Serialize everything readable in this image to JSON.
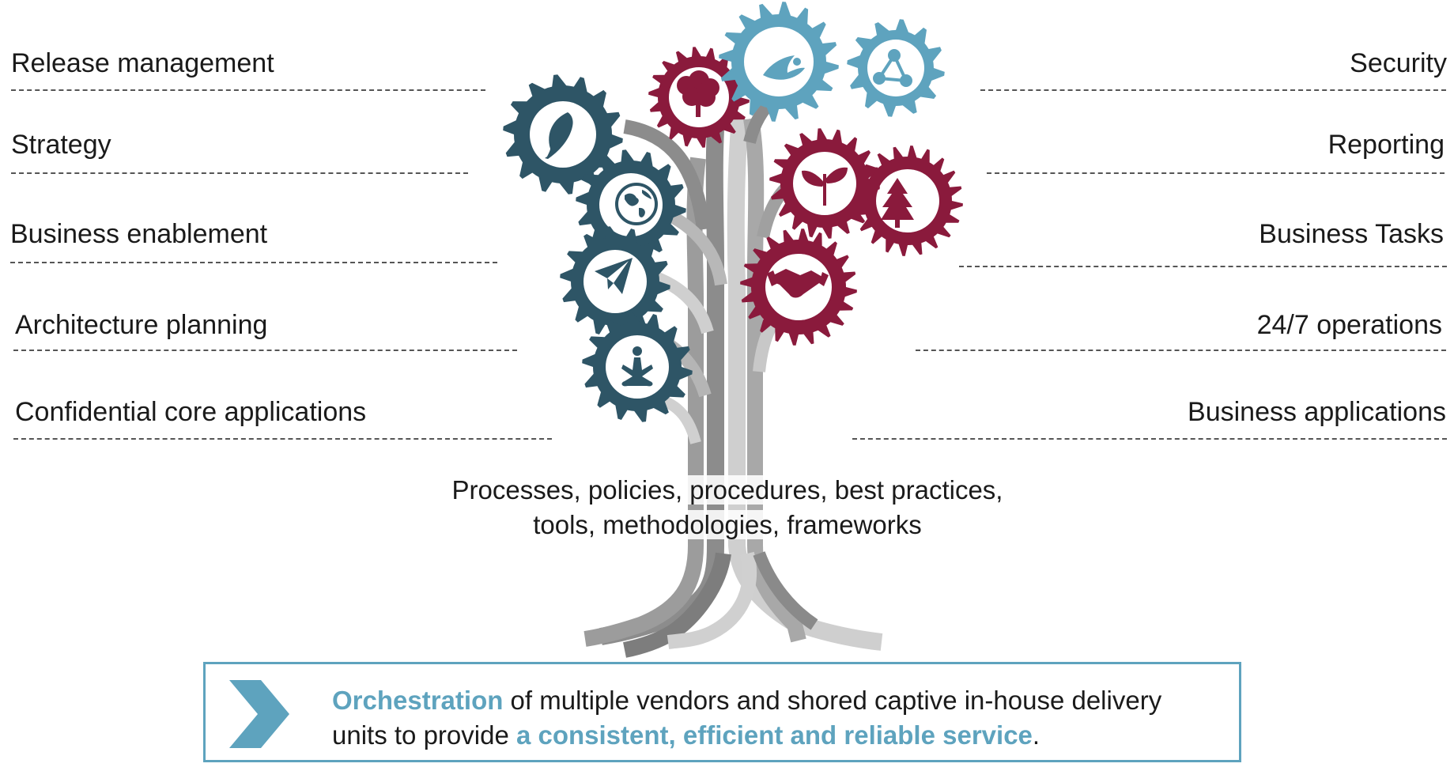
{
  "left_labels": [
    "Release management",
    "Strategy",
    "Business enablement",
    "Architecture planning",
    "Confidential core applications"
  ],
  "right_labels": [
    "Security",
    "Reporting",
    "Business Tasks",
    "24/7 operations",
    "Business applications"
  ],
  "center": {
    "line1": "Processes, policies, procedures, best practices,",
    "line2": "tools, methodologies, frameworks"
  },
  "banner": {
    "accent1": "Orchestration",
    "text1": " of multiple vendors and shored captive in-house delivery",
    "text2": "units to provide ",
    "accent2": "a consistent, efficient and reliable service",
    "text3": "."
  },
  "colors": {
    "teal_dark": "#2e5566",
    "maroon": "#8a1a3c",
    "blue_light": "#5ea3be",
    "branch_dark": "#8c8c8c",
    "branch_light": "#c8c8c8"
  },
  "gear_icons": {
    "teal": [
      "feather-icon",
      "globe-icon",
      "paper-plane-icon",
      "meditation-icon"
    ],
    "maroon": [
      "tree-icon",
      "sprout-icon",
      "tree-icon",
      "handshake-icon"
    ],
    "blue": [
      "dove-icon",
      "network-icon"
    ]
  }
}
